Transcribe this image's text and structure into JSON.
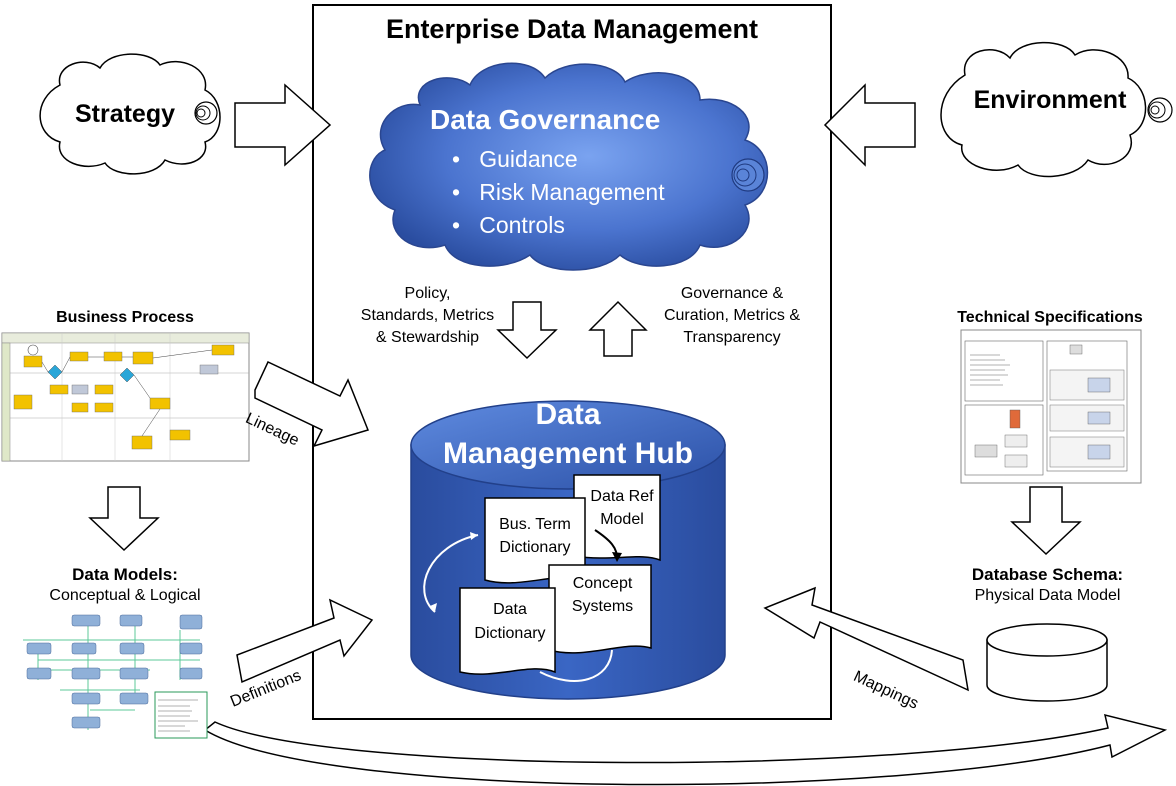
{
  "center": {
    "title": "Enterprise Data Management",
    "governance": {
      "title": "Data Governance",
      "items": [
        "Guidance",
        "Risk Management",
        "Controls"
      ]
    },
    "down_text": [
      "Policy,",
      "Standards, Metrics",
      "& Stewardship"
    ],
    "up_text": [
      "Governance &",
      "Curation, Metrics &",
      "Transparency"
    ],
    "hub": {
      "title_line1": "Data",
      "title_line2": "Management Hub",
      "docs": {
        "bus_term": [
          "Bus. Term",
          "Dictionary"
        ],
        "data_ref": [
          "Data Ref",
          "Model"
        ],
        "concept": [
          "Concept",
          "Systems"
        ],
        "data_dict": [
          "Data",
          "Dictionary"
        ]
      }
    }
  },
  "strategy": "Strategy",
  "environment": "Environment",
  "business_process": "Business Process",
  "technical_specs": "Technical Specifications",
  "data_models": {
    "title": "Data Models:",
    "subtitle": "Conceptual & Logical"
  },
  "database_schema": {
    "title": "Database Schema:",
    "subtitle": "Physical Data Model"
  },
  "arrow_labels": {
    "lineage": "Lineage",
    "definitions": "Definitions",
    "mappings": "Mappings"
  },
  "colors": {
    "cloud_dark": "#2a52a8",
    "cloud_light": "#6a94e6",
    "cylinder": "#2f57b0",
    "flow_yellow": "#f2c200",
    "model_box": "#8fb0d8"
  }
}
